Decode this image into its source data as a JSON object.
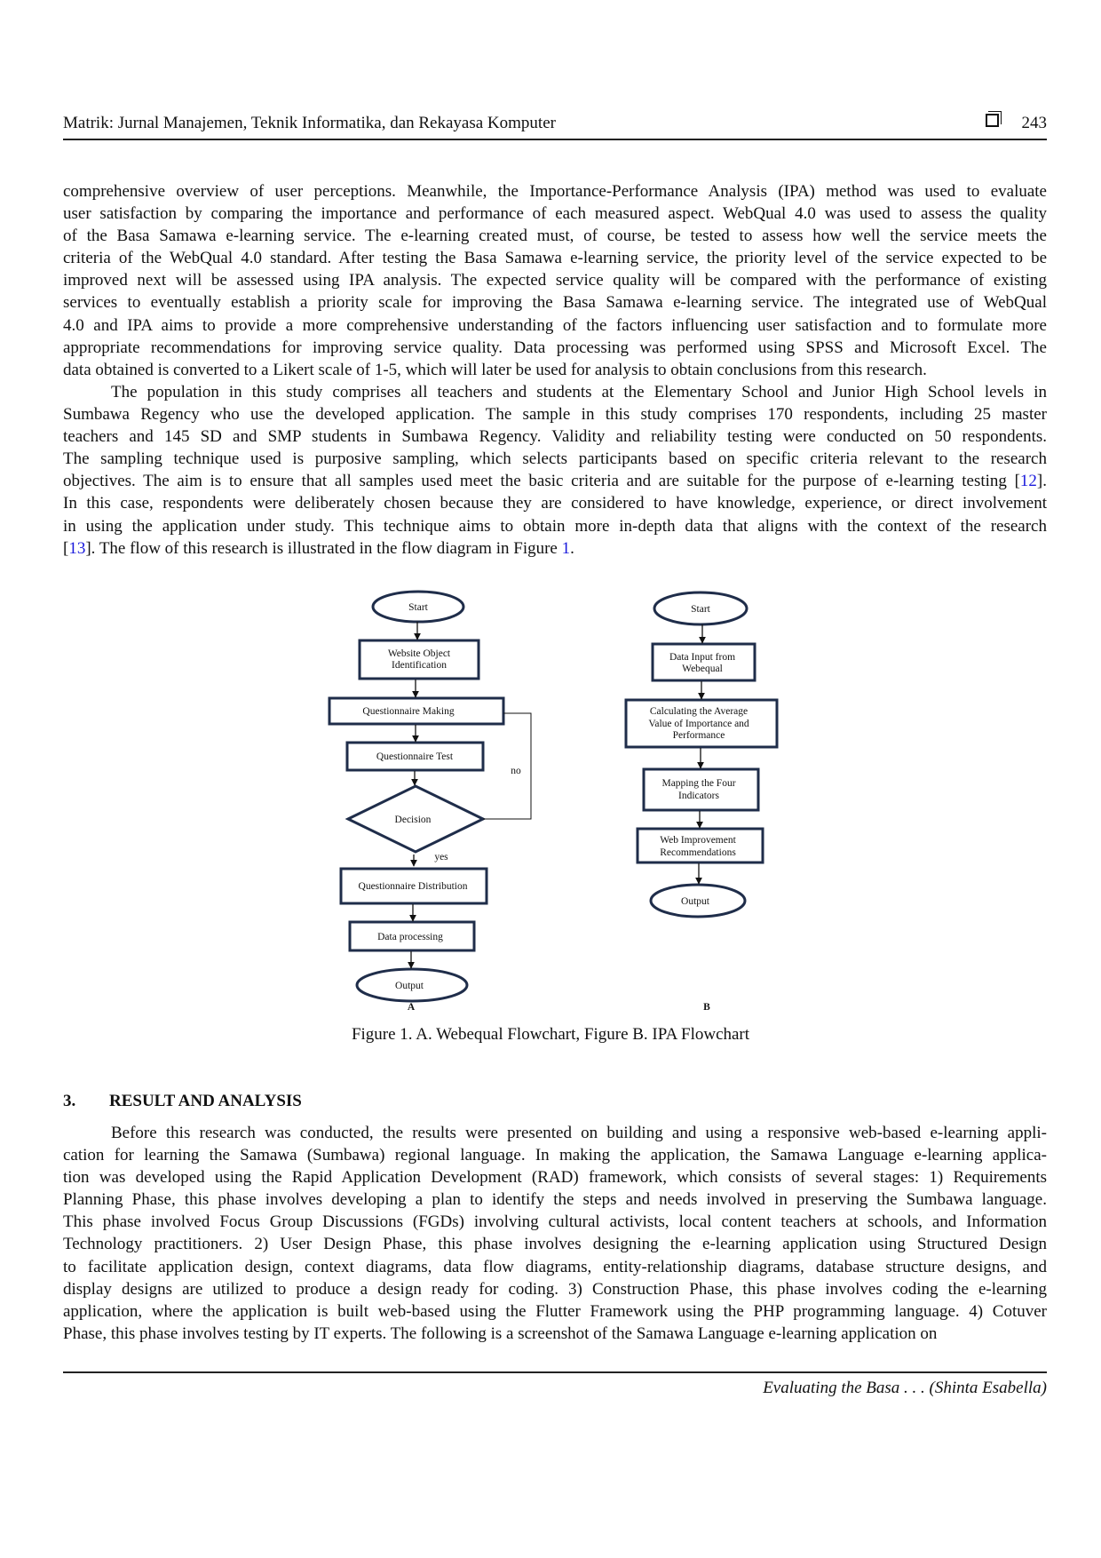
{
  "header": {
    "journal": "Matrik: Jurnal Manajemen, Teknik Informatika, dan Rekayasa Komputer",
    "page_number": "243"
  },
  "paragraph1": [
    "comprehensive overview of user perceptions. Meanwhile, the Importance-Performance Analysis (IPA) method was used to evaluate",
    "user satisfaction by comparing the importance and performance of each measured aspect. WebQual 4.0 was used to assess the quality",
    "of the Basa Samawa e-learning service.  The e-learning created must, of course, be tested to assess how well the service meets the",
    "criteria of the WebQual 4.0 standard. After testing the Basa Samawa e-learning service, the priority level of the service expected to be",
    "improved next will be assessed using IPA analysis. The expected service quality will be compared with the performance of existing",
    "services to eventually establish a priority scale for improving the Basa Samawa e-learning service.  The integrated use of WebQual",
    "4.0 and IPA aims to provide a more comprehensive understanding of the factors influencing user satisfaction and to formulate more",
    "appropriate recommendations for improving service quality.  Data processing was performed using SPSS and Microsoft Excel.  The",
    "data obtained is converted to a Likert scale of 1-5, which will later be used for analysis to obtain conclusions from this research."
  ],
  "paragraph2": [
    "The population in this study comprises all teachers and students at the Elementary School and Junior High School levels in",
    "Sumbawa Regency who use the developed application.  The sample in this study comprises 170 respondents, including 25 master",
    "teachers and 145 SD and SMP students in Sumbawa Regency.  Validity and reliability testing were conducted on 50 respondents.",
    "The sampling technique used is purposive sampling, which selects participants based on specific criteria relevant to the research",
    "objectives. The aim is to ensure that all samples used meet the basic criteria and are suitable for the purpose of e-learning testing [12].",
    "In this case, respondents were deliberately chosen because they are considered to have knowledge, experience, or direct involvement",
    "in using the application under study.  This technique aims to obtain more in-depth data that aligns with the context of the research",
    "[13]. The flow of this research is illustrated in the flow diagram in Figure 1."
  ],
  "figure": {
    "flowchart_a": {
      "start": "Start",
      "step1": [
        "Website Object",
        "Identification"
      ],
      "step2": "Questionnaire Making",
      "step3": "Questionnaire Test",
      "decision": "Decision",
      "no_label": "no",
      "yes_label": "yes",
      "step4": "Questionnaire Distribution",
      "step5": "Data processing",
      "output": "Output",
      "label": "A"
    },
    "flowchart_b": {
      "start": "Start",
      "step1": [
        "Data Input from",
        "Webequal"
      ],
      "step2": [
        "Calculating the Average",
        "Value of Importance and",
        "Performance"
      ],
      "step3": [
        "Mapping the Four",
        "Indicators"
      ],
      "step4": [
        "Web Improvement",
        "Recommendations"
      ],
      "output": "Output",
      "label": "B"
    },
    "caption": "Figure 1. A. Webequal Flowchart, Figure B. IPA Flowchart"
  },
  "section": {
    "number": "3.",
    "title": "RESULT AND ANALYSIS"
  },
  "paragraph3": [
    "Before this research was conducted, the results were presented on building and using a responsive web-based e-learning appli-",
    "cation for learning the Samawa (Sumbawa) regional language. In making the application, the Samawa Language e-learning applica-",
    "tion was developed using the Rapid Application Development (RAD) framework, which consists of several stages: 1) Requirements",
    "Planning Phase, this phase involves developing a plan to identify the steps and needs involved in preserving the Sumbawa language.",
    "This phase involved Focus Group Discussions (FGDs) involving cultural activists, local content teachers at schools, and Information",
    "Technology practitioners.  2) User Design Phase, this phase involves designing the e-learning application using Structured Design",
    "to facilitate application design, context diagrams, data flow diagrams, entity-relationship diagrams, database structure designs, and",
    "display designs are utilized to produce a design ready for coding.  3) Construction Phase, this phase involves coding the e-learning",
    "application, where the application is built web-based using the Flutter Framework using the PHP programming language. 4) Cotuver",
    "Phase, this phase involves testing by IT experts.  The following is a screenshot of the Samawa Language e-learning application on"
  ],
  "footer": {
    "running_title": "Evaluating the Basa . . . (Shinta Esabella)"
  },
  "colors": {
    "link": "#1a1adc",
    "flow_stroke": "#1f2d4a"
  }
}
